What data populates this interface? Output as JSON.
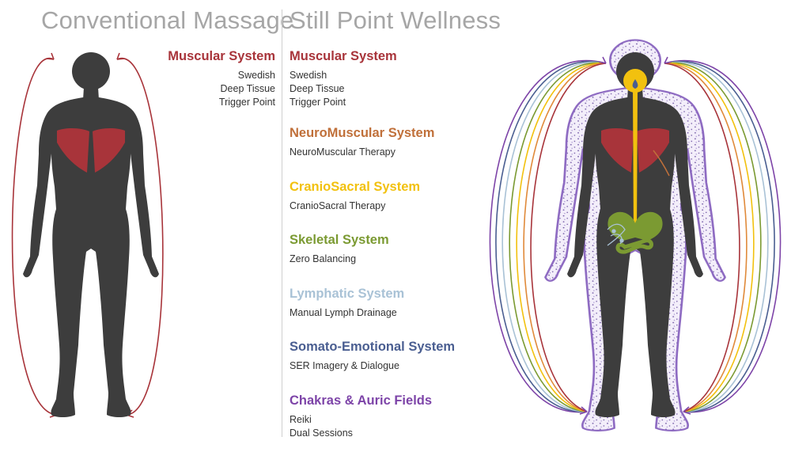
{
  "left": {
    "title": "Conventional Massage",
    "system": {
      "name": "Muscular System",
      "color": "#a8343a",
      "techniques": [
        "Swedish",
        "Deep Tissue",
        "Trigger Point"
      ]
    }
  },
  "right": {
    "title": "Still Point Wellness",
    "systems": [
      {
        "name": "Muscular System",
        "color": "#a8343a",
        "techniques": [
          "Swedish",
          "Deep Tissue",
          "Trigger Point"
        ]
      },
      {
        "name": "NeuroMuscular System",
        "color": "#c0703a",
        "techniques": [
          "NeuroMuscular Therapy"
        ]
      },
      {
        "name": "CranioSacral System",
        "color": "#f2c10f",
        "techniques": [
          "CranioSacral Therapy"
        ]
      },
      {
        "name": "Skeletal System",
        "color": "#7b9a32",
        "techniques": [
          "Zero Balancing"
        ]
      },
      {
        "name": "Lymphatic System",
        "color": "#a9c2d6",
        "techniques": [
          "Manual Lymph Drainage"
        ]
      },
      {
        "name": "Somato-Emotional System",
        "color": "#4a5e91",
        "techniques": [
          "SER Imagery & Dialogue"
        ]
      },
      {
        "name": "Chakras & Auric Fields",
        "color": "#7d44a8",
        "techniques": [
          "Reiki",
          "Dual Sessions"
        ]
      }
    ]
  },
  "colors": {
    "body": "#3d3d3d",
    "title": "#a6a6a6",
    "arc_left": "#a8343a",
    "aura_stroke": "#8e6bc2",
    "aura_fill": "#efe9f7",
    "spine": "#f2c10f",
    "pelvis": "#7b9a32"
  },
  "icons": [
    "human-silhouette",
    "pectoral-muscles",
    "aura",
    "spine",
    "pelvis",
    "lymph-nodes"
  ]
}
